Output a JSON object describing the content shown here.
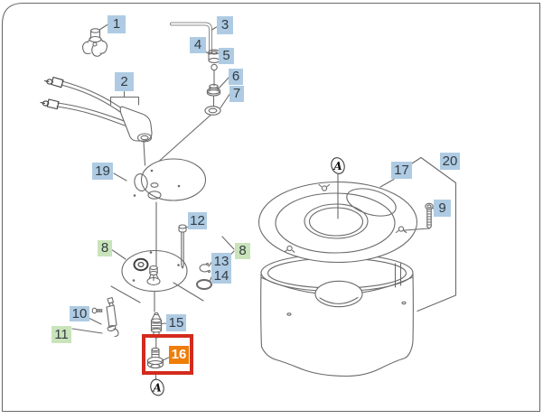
{
  "labels": {
    "p1": "1",
    "p2": "2",
    "p3": "3",
    "p4": "4",
    "p5": "5",
    "p6": "6",
    "p7": "7",
    "p8_left": "8",
    "p8_right": "8",
    "p9": "9",
    "p10": "10",
    "p11": "11",
    "p12": "12",
    "p13": "13",
    "p14": "14",
    "p15": "15",
    "p16": "16",
    "p17": "17",
    "p19": "19",
    "p20": "20",
    "view_marker_top": "A",
    "view_marker_bottom": "A"
  },
  "highlight": {
    "part": "16",
    "frame_color": "#d32b1e",
    "label_color": "#ef7d07"
  },
  "colors": {
    "label_blue": "#aecbe3",
    "label_green": "#c9e4ba",
    "label_text": "#333b42",
    "line_gray": "#6a6a6a",
    "border_black": "#1a1a1a"
  }
}
